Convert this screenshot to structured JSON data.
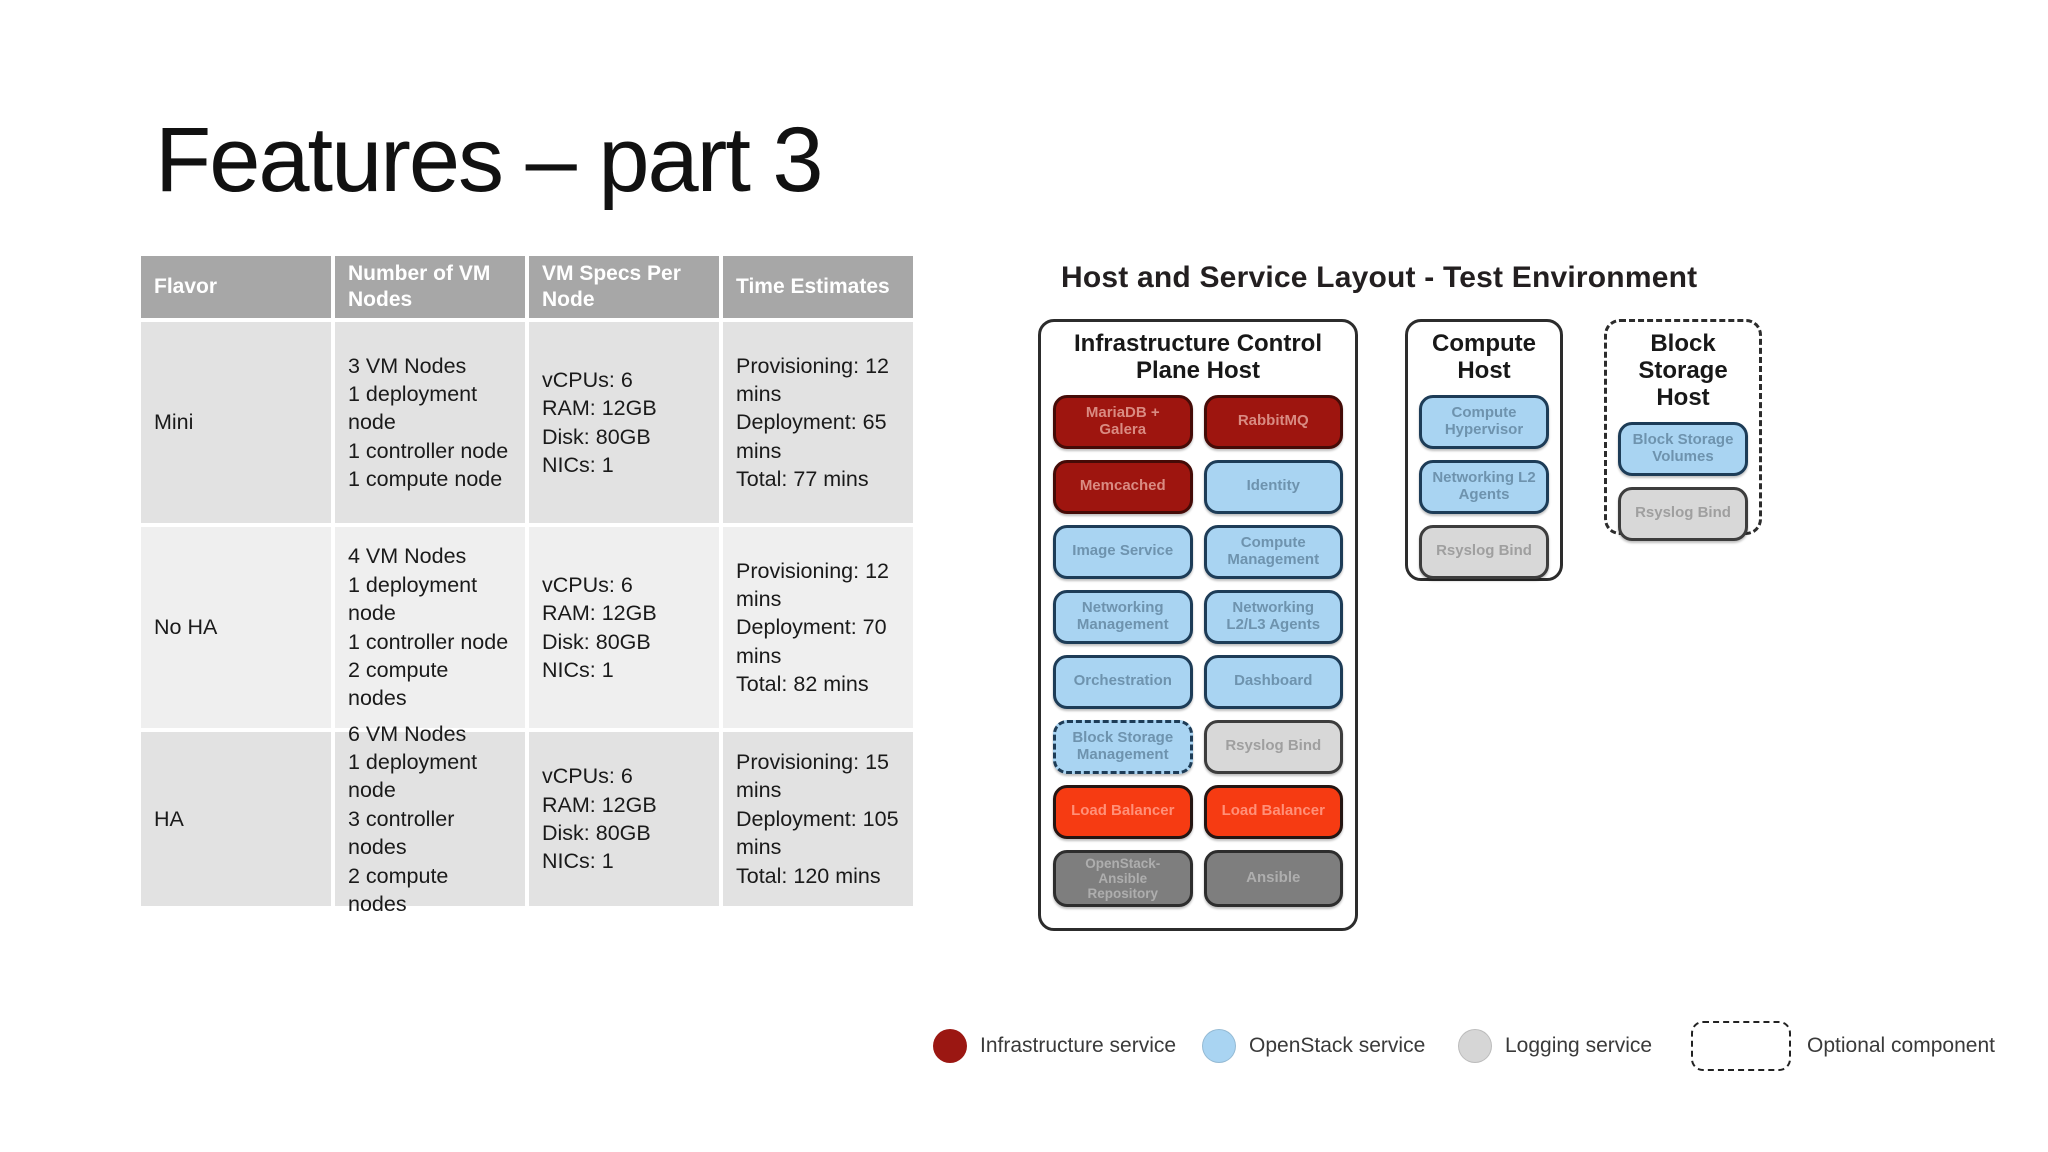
{
  "slide_title": "Features – part 3",
  "table": {
    "headers": [
      "Flavor",
      "Number of VM Nodes",
      "VM Specs Per Node",
      "Time Estimates"
    ],
    "rows": [
      {
        "flavor": "Mini",
        "nodes": "3 VM Nodes\n1 deployment node\n1 controller node\n1 compute node",
        "specs": "vCPUs: 6\nRAM: 12GB\nDisk: 80GB\nNICs: 1",
        "time": "Provisioning: 12 mins\nDeployment: 65 mins\nTotal: 77 mins"
      },
      {
        "flavor": "No HA",
        "nodes": "4 VM Nodes\n1 deployment node\n1 controller node\n2 compute nodes",
        "specs": "vCPUs: 6\nRAM: 12GB\nDisk: 80GB\nNICs: 1",
        "time": "Provisioning: 12 mins\nDeployment: 70 mins\nTotal: 82 mins"
      },
      {
        "flavor": "HA",
        "nodes": "6 VM Nodes\n1 deployment node\n3 controller nodes\n2 compute nodes",
        "specs": "vCPUs: 6\nRAM: 12GB\nDisk: 80GB\nNICs: 1",
        "time": "Provisioning: 15 mins\nDeployment: 105 mins\nTotal: 120 mins"
      }
    ]
  },
  "diagram": {
    "title": "Host and Service Layout - Test Environment",
    "colors": {
      "infrastructure_service": "#9e150f",
      "openstack_service": "#a9d4f2",
      "logging_service": "#d8d8d8",
      "load_balancer": "#f63b12",
      "deployment_tool": "#7e7e7e"
    },
    "hosts": [
      {
        "name": "Infrastructure Control Plane Host",
        "services": [
          {
            "label": "MariaDB + Galera",
            "type": "infrastructure"
          },
          {
            "label": "RabbitMQ",
            "type": "infrastructure"
          },
          {
            "label": "Memcached",
            "type": "infrastructure"
          },
          {
            "label": "Identity",
            "type": "openstack"
          },
          {
            "label": "Image Service",
            "type": "openstack"
          },
          {
            "label": "Compute Management",
            "type": "openstack"
          },
          {
            "label": "Networking Management",
            "type": "openstack"
          },
          {
            "label": "Networking L2/L3 Agents",
            "type": "openstack"
          },
          {
            "label": "Orchestration",
            "type": "openstack"
          },
          {
            "label": "Dashboard",
            "type": "openstack"
          },
          {
            "label": "Block Storage Management",
            "type": "openstack",
            "optional": true
          },
          {
            "label": "Rsyslog Bind",
            "type": "logging"
          },
          {
            "label": "Load Balancer",
            "type": "loadbalancer"
          },
          {
            "label": "Load Balancer",
            "type": "loadbalancer"
          },
          {
            "label": "OpenStack-Ansible Repository",
            "type": "deployment"
          },
          {
            "label": "Ansible",
            "type": "deployment"
          }
        ]
      },
      {
        "name": "Compute Host",
        "services": [
          {
            "label": "Compute Hypervisor",
            "type": "openstack"
          },
          {
            "label": "Networking L2 Agents",
            "type": "openstack"
          },
          {
            "label": "Rsyslog Bind",
            "type": "logging"
          }
        ]
      },
      {
        "name": "Block Storage Host",
        "optional": true,
        "services": [
          {
            "label": "Block Storage Volumes",
            "type": "openstack"
          },
          {
            "label": "Rsyslog Bind",
            "type": "logging"
          }
        ]
      }
    ],
    "legend": [
      {
        "label": "Infrastructure service",
        "swatch": "circle",
        "color": "#9b1712"
      },
      {
        "label": "OpenStack service",
        "swatch": "circle",
        "color": "#a9d4f2"
      },
      {
        "label": "Logging service",
        "swatch": "circle",
        "color": "#d6d6d6"
      },
      {
        "label": "Optional component",
        "swatch": "dashed-box"
      }
    ]
  }
}
